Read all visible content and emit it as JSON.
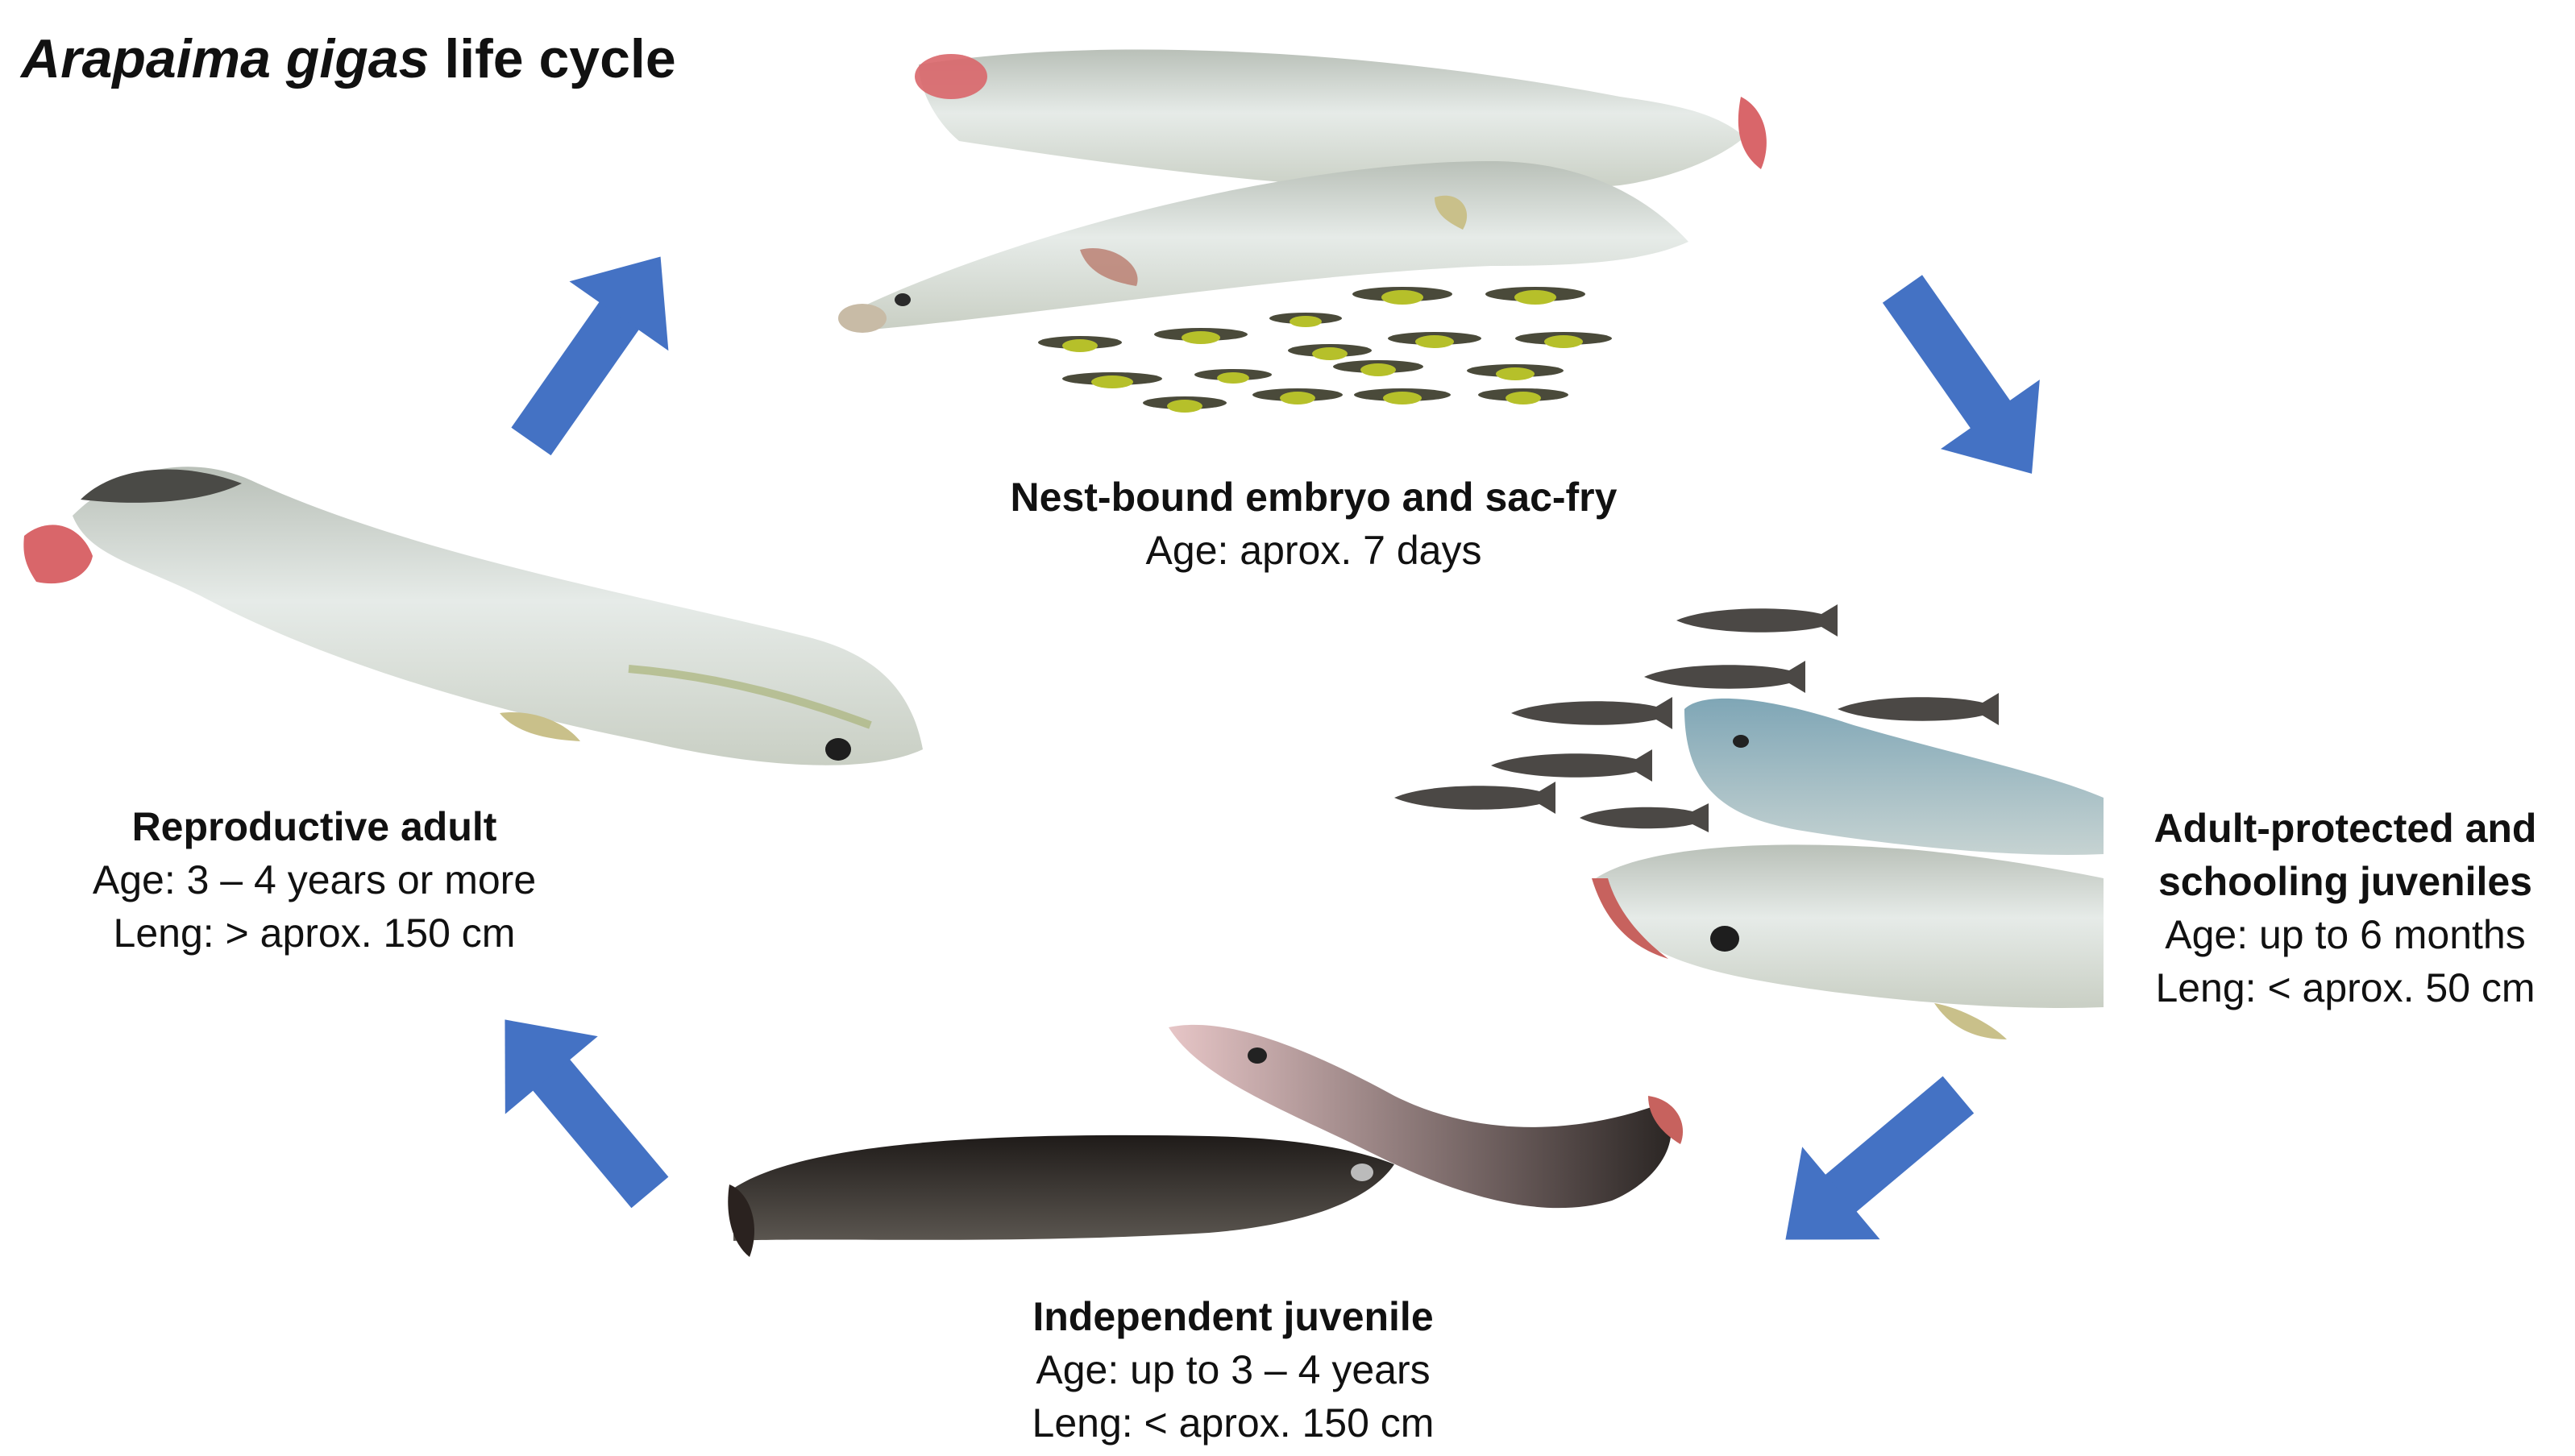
{
  "title": {
    "species": "Arapaima gigas",
    "suffix": "life cycle"
  },
  "stages": [
    {
      "name": "Nest-bound embryo and sac-fry",
      "age": "Age: aprox. 7 days",
      "length": ""
    },
    {
      "name_line1": "Adult-protected and",
      "name_line2": "schooling juveniles",
      "age": "Age: up to 6 months",
      "length": "Leng: < aprox. 50 cm"
    },
    {
      "name": "Independent juvenile",
      "age": "Age: up to 3 – 4 years",
      "length": "Leng: < aprox. 150 cm"
    },
    {
      "name": "Reproductive adult",
      "age": "Age: 3 – 4 years or more",
      "length": "Leng: > aprox. 150 cm"
    }
  ],
  "icons": {
    "arrow": "cycle-arrow-icon",
    "fish": "arapaima-fish-icon",
    "fry": "sac-fry-icon"
  },
  "colors": {
    "arrow": "#4472C4",
    "adult_body": "#d8dfdc",
    "adult_tail": "#d9666a",
    "fry": "#8a8f2a",
    "juvenile_dark": "#2e2a28"
  }
}
